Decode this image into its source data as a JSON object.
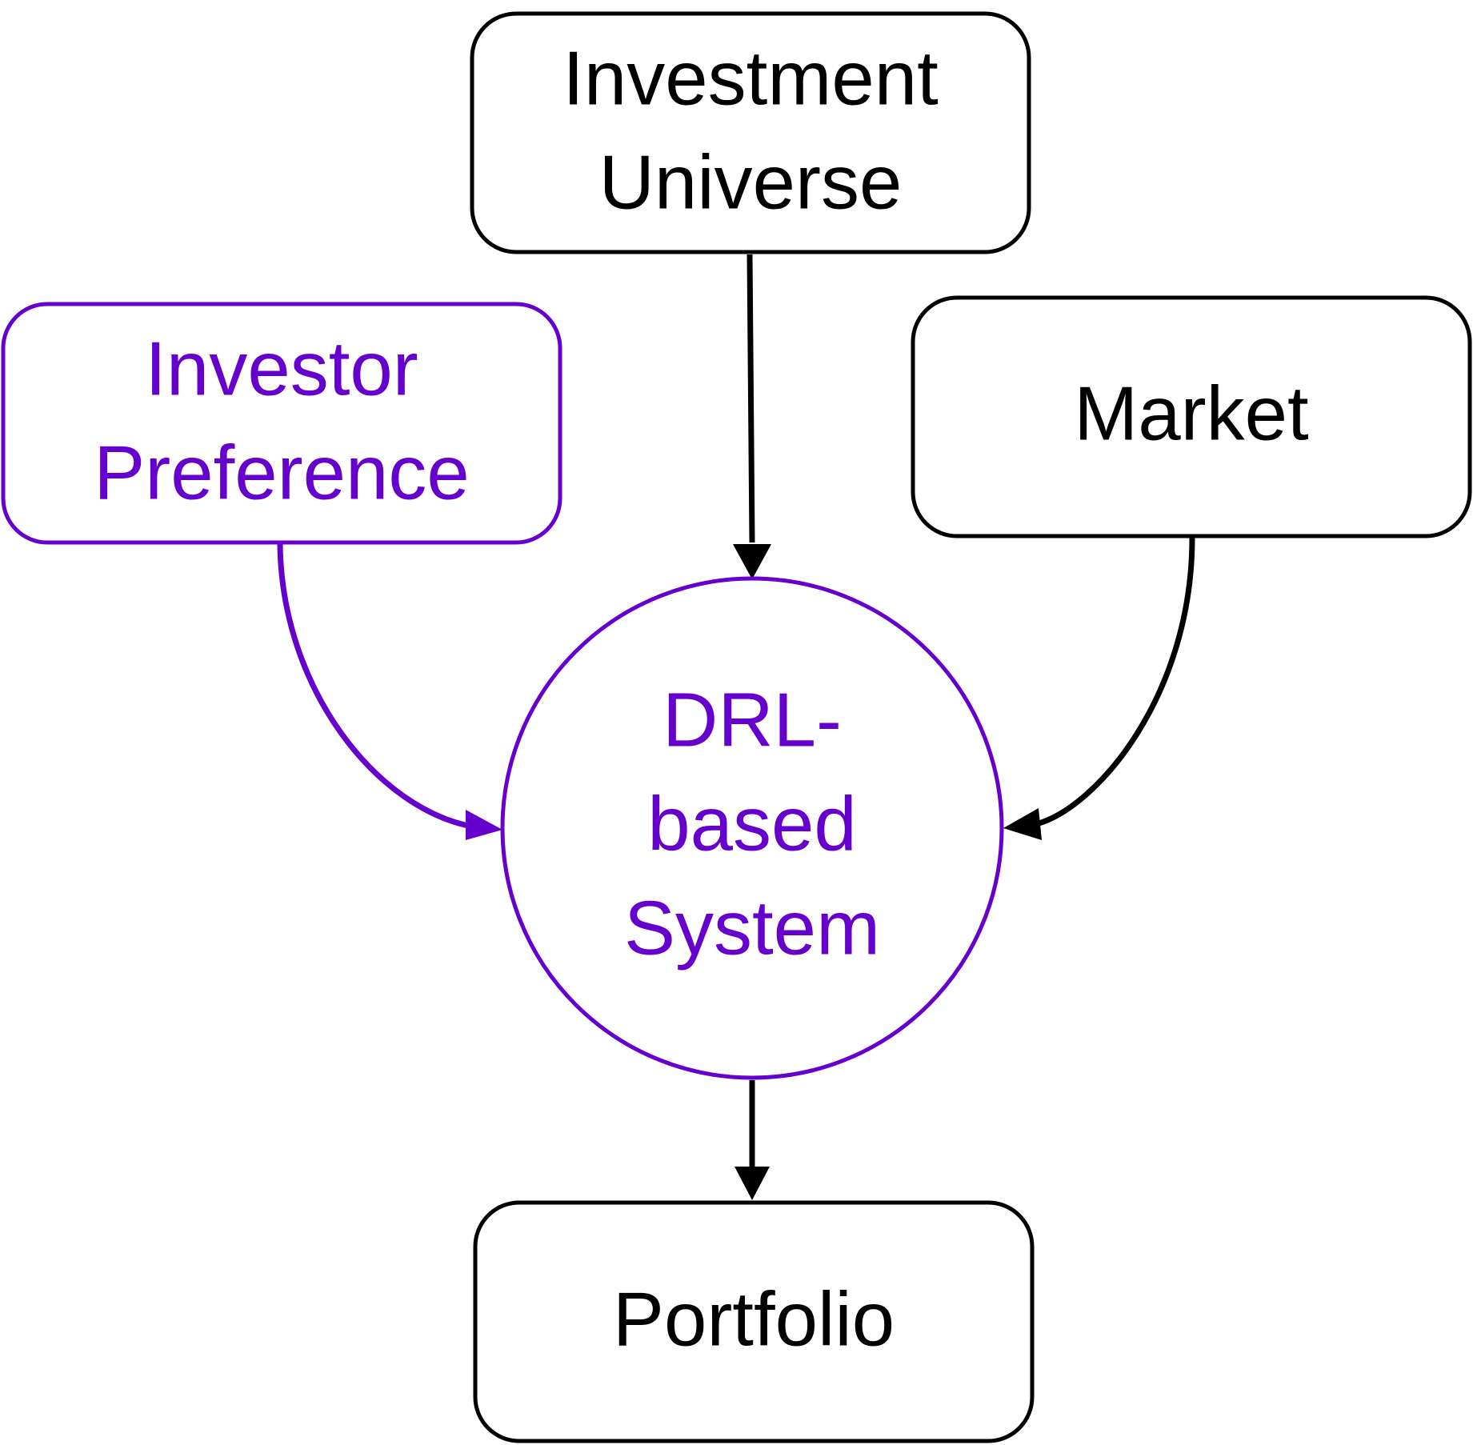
{
  "colors": {
    "black": "#000000",
    "purple": "#6600cc"
  },
  "nodes": {
    "investment_universe": {
      "line1": "Investment",
      "line2": "Universe",
      "color": "black",
      "shape": "rounded-rectangle"
    },
    "investor_preference": {
      "line1": "Investor",
      "line2": "Preference",
      "color": "purple",
      "shape": "rounded-rectangle"
    },
    "market": {
      "line1": "Market",
      "color": "black",
      "shape": "rounded-rectangle"
    },
    "drl_system": {
      "line1": "DRL-",
      "line2": "based",
      "line3": "System",
      "color": "purple",
      "shape": "circle"
    },
    "portfolio": {
      "line1": "Portfolio",
      "color": "black",
      "shape": "rounded-rectangle"
    }
  },
  "edges": [
    {
      "from": "investment_universe",
      "to": "drl_system",
      "color": "black",
      "style": "straight"
    },
    {
      "from": "investor_preference",
      "to": "drl_system",
      "color": "purple",
      "style": "curved"
    },
    {
      "from": "market",
      "to": "drl_system",
      "color": "black",
      "style": "curved"
    },
    {
      "from": "drl_system",
      "to": "portfolio",
      "color": "black",
      "style": "straight"
    }
  ]
}
